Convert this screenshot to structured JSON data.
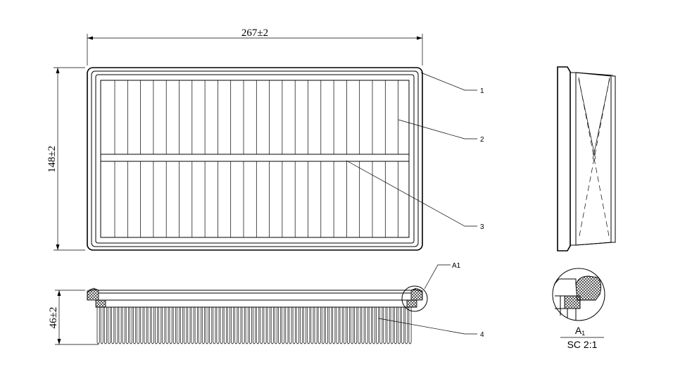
{
  "dimensions": {
    "width": "267±2",
    "length": "148±2",
    "height": "46±2"
  },
  "callouts": [
    {
      "id": "1"
    },
    {
      "id": "2"
    },
    {
      "id": "3"
    },
    {
      "id": "4"
    },
    {
      "id": "A1"
    }
  ],
  "detail": {
    "label_main": "A",
    "label_sub": "1",
    "scale": "SC 2:1"
  }
}
